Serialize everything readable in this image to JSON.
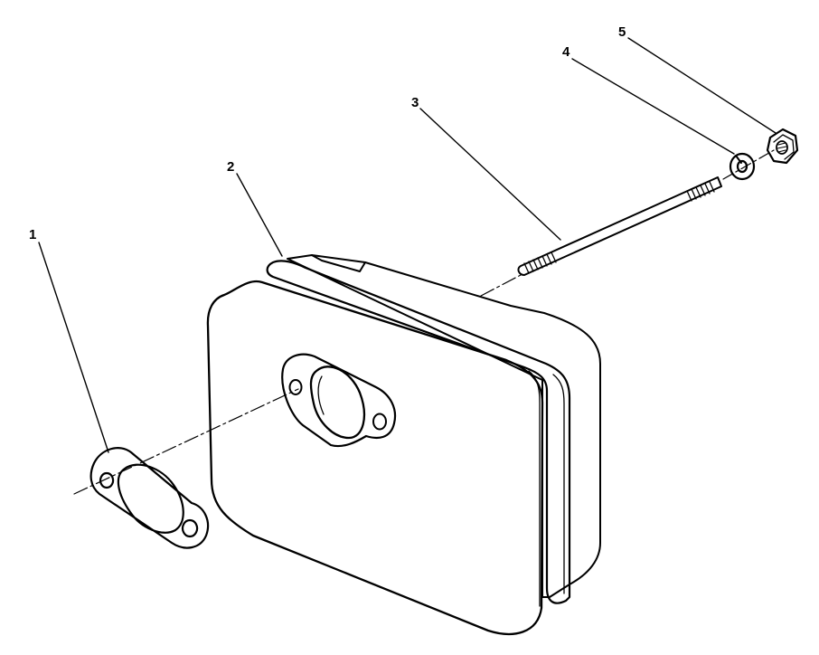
{
  "callouts": [
    {
      "id": "gasket",
      "label": "1"
    },
    {
      "id": "muffler",
      "label": "2"
    },
    {
      "id": "stud",
      "label": "3"
    },
    {
      "id": "lock-washer",
      "label": "4"
    },
    {
      "id": "nut",
      "label": "5"
    }
  ],
  "colors": {
    "ink": "#000000",
    "paper": "#ffffff",
    "gasket_speckle": "#9a9a9a"
  }
}
